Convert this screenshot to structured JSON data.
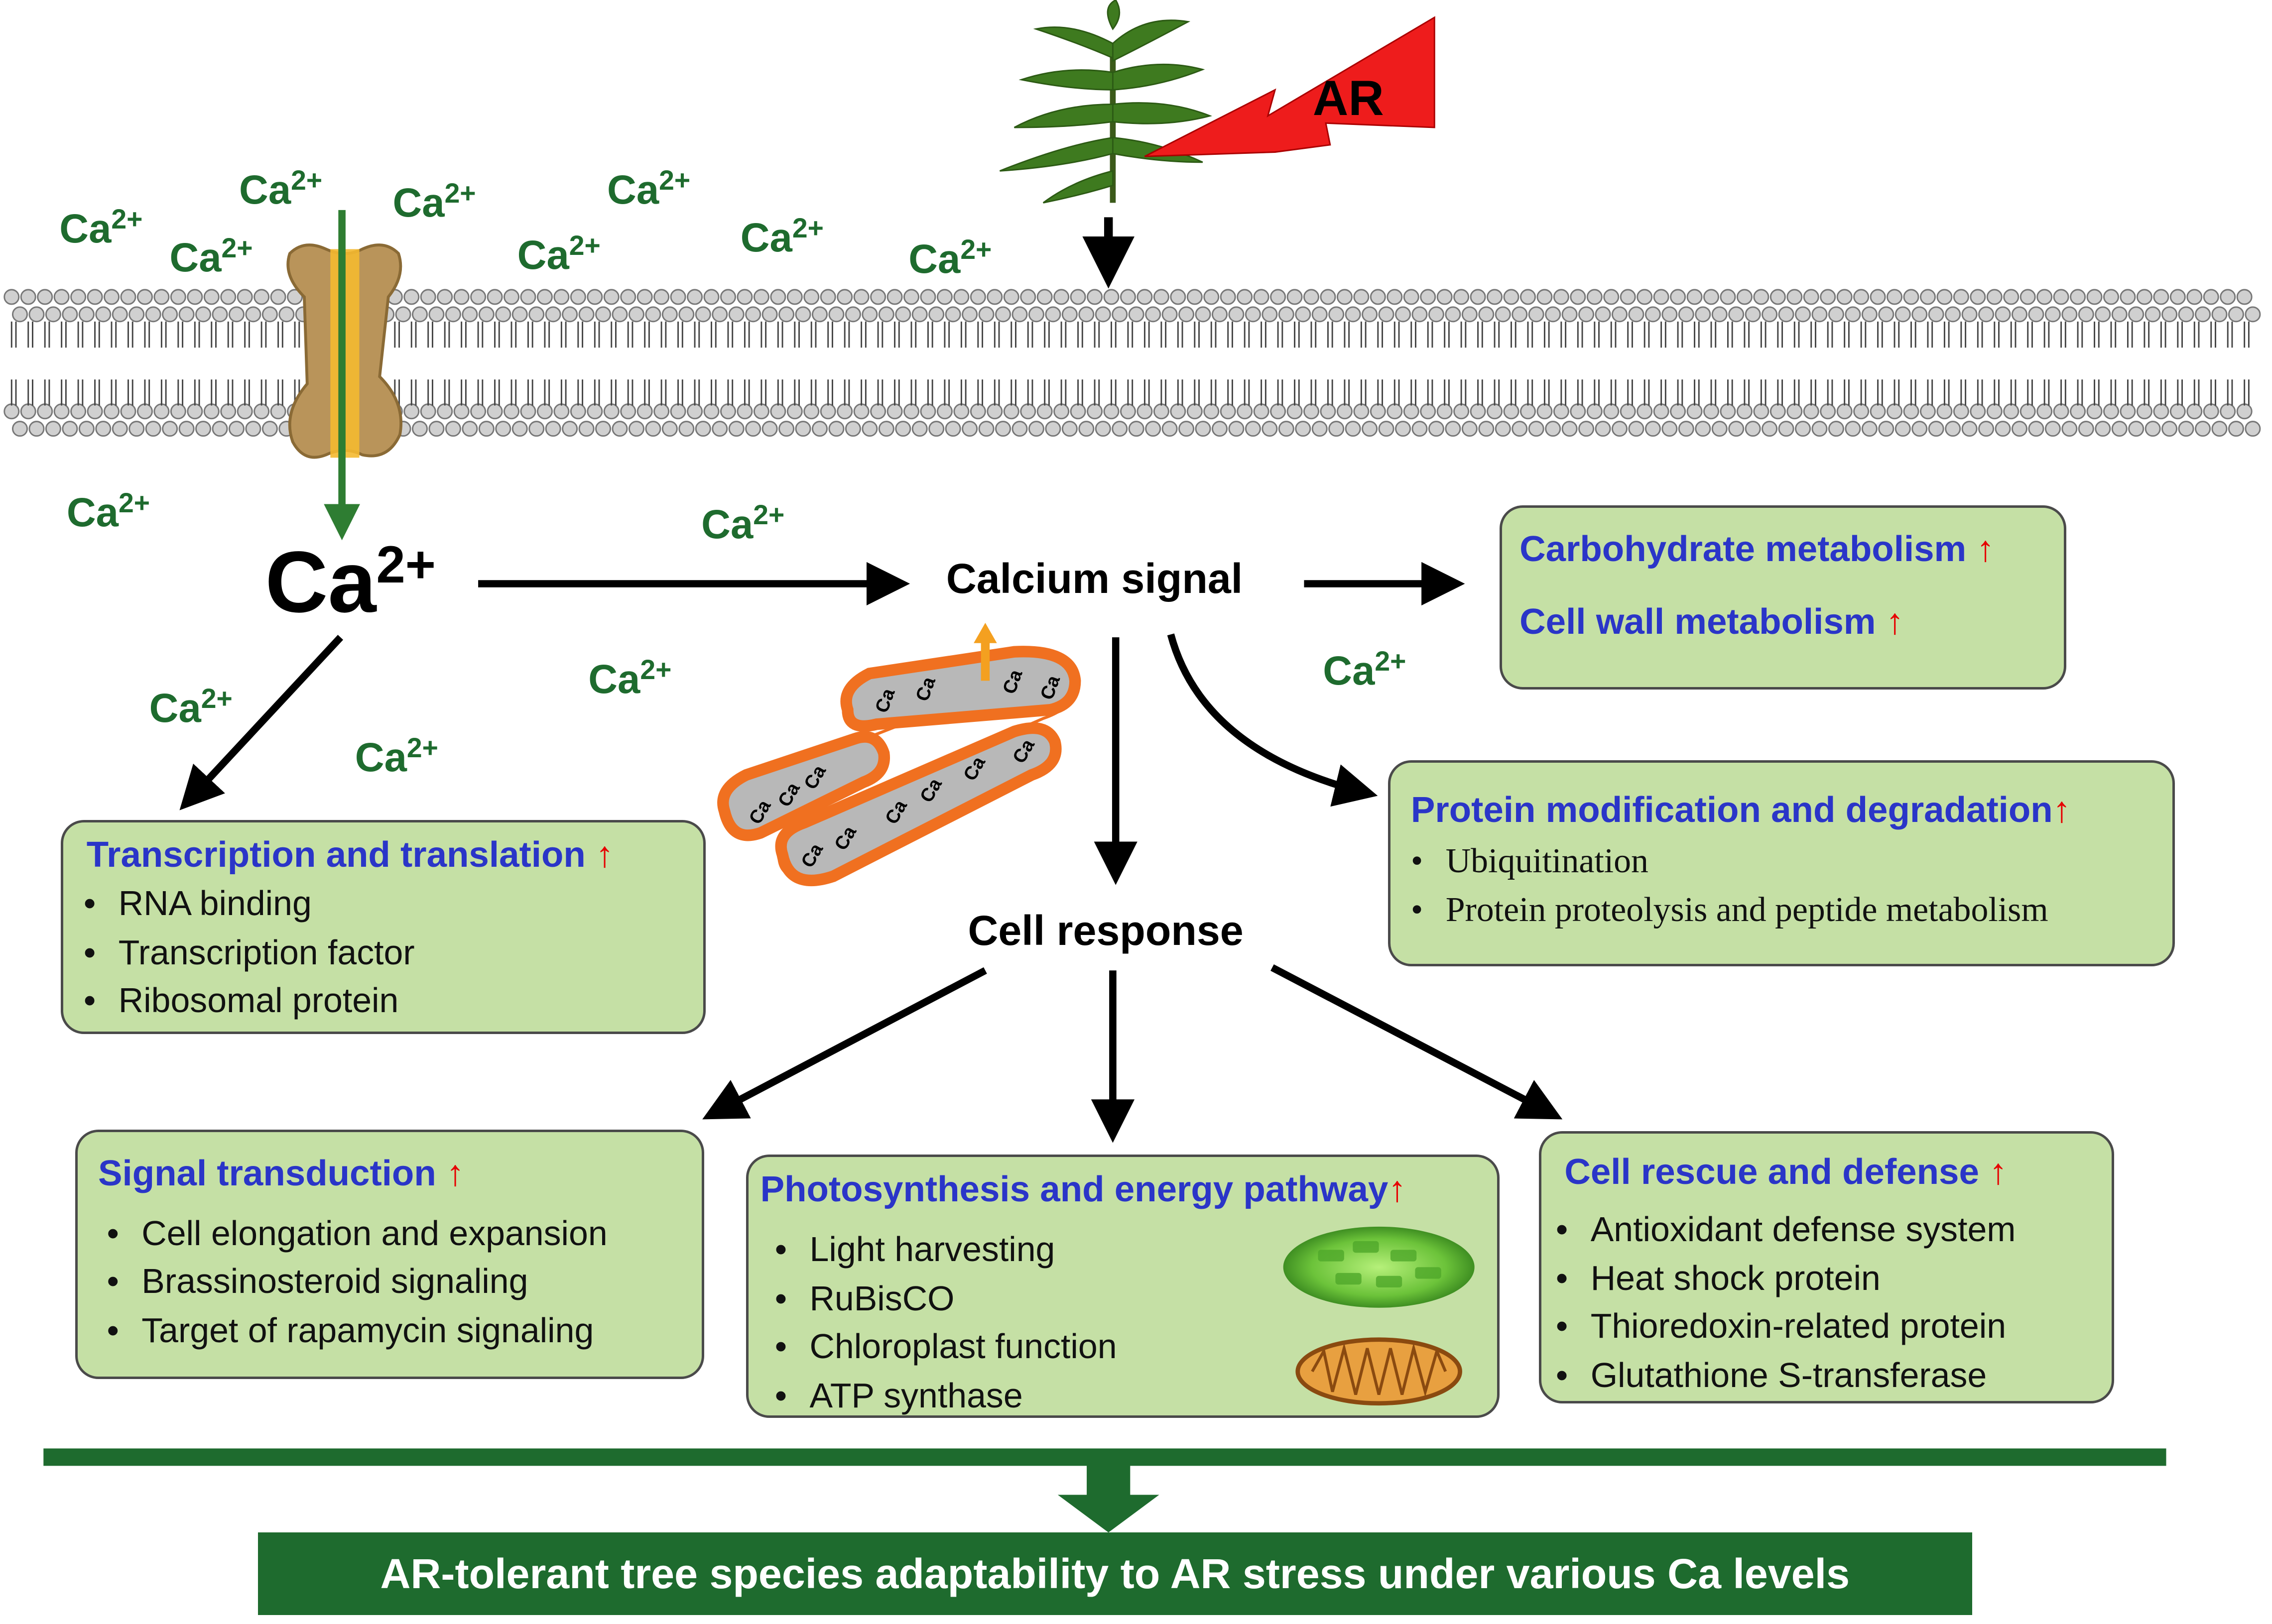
{
  "ca_ions": [
    "Ca",
    "2+"
  ],
  "ca_big": [
    "Ca",
    "2+"
  ],
  "stress_label": "AR",
  "calcium_signal": "Calcium signal",
  "cell_response": "Cell response",
  "boxes": {
    "metabolism": {
      "titles": [
        "Carbohydrate metabolism",
        "Cell wall metabolism"
      ]
    },
    "protein": {
      "title": "Protein modification and degradation",
      "items": [
        "Ubiquitination",
        "Protein proteolysis and peptide metabolism"
      ]
    },
    "transcription": {
      "title": "Transcription and translation",
      "items": [
        "RNA binding",
        "Transcription factor",
        "Ribosomal protein"
      ]
    },
    "signal": {
      "title": "Signal transduction",
      "items": [
        "Cell elongation and expansion",
        "Brassinosteroid signaling",
        "Target of rapamycin signaling"
      ]
    },
    "photosynthesis": {
      "title": "Photosynthesis and energy pathway",
      "items": [
        "Light harvesting",
        "RuBisCO",
        "Chloroplast function",
        "ATP synthase"
      ]
    },
    "rescue": {
      "title": "Cell rescue and defense",
      "items": [
        "Antioxidant defense system",
        "Heat shock protein",
        "Thioredoxin-related protein",
        "Glutathione S-transferase"
      ]
    }
  },
  "up_arrow": "↑",
  "bullet": "•",
  "er_label": "Ca",
  "conclusion": "AR-tolerant tree species adaptability to AR stress under various Ca levels",
  "colors": {
    "ca_green": "#1e6b2e",
    "box_fill": "#c5e0a5",
    "title_blue": "#2a35c8",
    "arrow_red": "#e60000",
    "er_orange": "#f07020"
  }
}
